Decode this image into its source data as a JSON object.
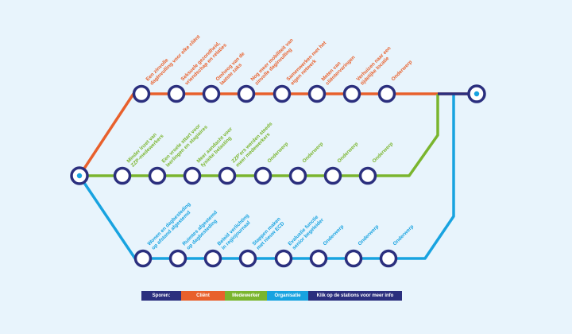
{
  "colors": {
    "background": "#e8f4fc",
    "track_navy": "#2b2f7e",
    "client": "#e8602c",
    "medewerker": "#7ab52e",
    "organisatie": "#18a3e0",
    "station_fill": "#ffffff",
    "terminal_dot": "#18a3e0"
  },
  "lines": {
    "client": {
      "stations": [
        "Een zinvolle dagInvulling voor elke cliënt",
        "Seksuele gezondheid, vriendschap en relaties",
        "Omhoog van de laatste zaks",
        "Nog meer mobiliteit van zinvolle daginvulling",
        "Samenwerken met het eigen netwerk",
        "Meten van cliëntervaringen",
        "Verhuizen naar een tijdelijke locatie",
        "Onderwerp"
      ]
    },
    "medewerker": {
      "stations": [
        "Minder inzet van ZZP-medewerkers",
        "Een vroele sttart voor leerlingen en stagiaires",
        "Meer aandacht voor fysieke belasting",
        "ZZP'ers werden steeds meer medewerkers",
        "Onderwerp",
        "Onderwerp",
        "Onderwerp",
        "Onderwerp"
      ]
    },
    "organisatie": {
      "stations": [
        "Wonen en dagbesteding op afstand afgestemd",
        "Ruimtes afgestemd op dagbesteding",
        "Beleid verlichting in regiojournaal",
        "Stappen maken met nieuw ECD",
        "Evaluatie functie senior begeleider",
        "Onderwerp",
        "Onderwerp",
        "Onderwerp"
      ]
    }
  },
  "legend": {
    "sporen": "Sporen:",
    "client": "Cliënt",
    "medewerker": "Medewerker",
    "organisatie": "Organisatie",
    "hint": "Klik op de stations voor meer info"
  }
}
